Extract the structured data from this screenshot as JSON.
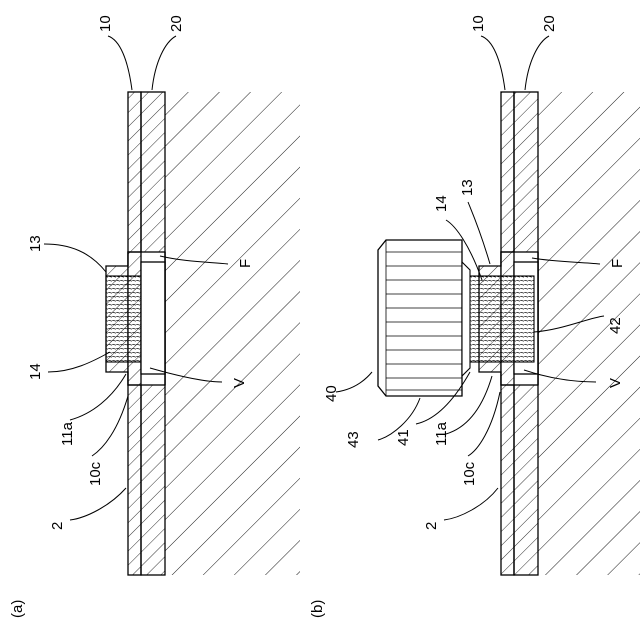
{
  "figure": {
    "panel_a": {
      "caption": "(a)",
      "labels": {
        "layer_top": "10",
        "layer_bottom": "20",
        "thread_insert": "13",
        "insert_bore": "14",
        "flange": "11a",
        "surface": "10c",
        "assembly": "2",
        "face": "F",
        "void": "V"
      }
    },
    "panel_b": {
      "caption": "(b)",
      "labels": {
        "layer_top": "10",
        "layer_bottom": "20",
        "thread_insert": "13",
        "insert_bore": "14",
        "flange": "11a",
        "surface": "10c",
        "assembly": "2",
        "face": "F",
        "void": "V",
        "knob": "40",
        "knob_base": "41",
        "screw": "42",
        "knob_grip": "43"
      }
    }
  }
}
